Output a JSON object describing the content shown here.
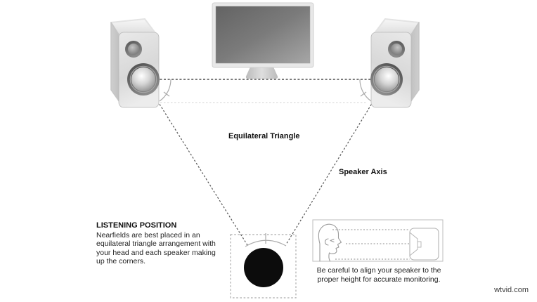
{
  "labels": {
    "equilateral_triangle": "Equilateral Triangle",
    "speaker_axis": "Speaker Axis"
  },
  "listening_position": {
    "heading": "LISTENING POSITION",
    "body_lines": [
      "Nearfields are best placed in an",
      "equilateral triangle arrangement with",
      "your head and each speaker making",
      "up the corners."
    ]
  },
  "height_note": {
    "lines": [
      "Be careful to align your speaker to the",
      "proper height for accurate monitoring."
    ]
  },
  "watermark": "wtvid.com",
  "graphics": {
    "left_speaker": "studio-monitor-speaker-front",
    "right_speaker": "studio-monitor-speaker-front",
    "monitor": "computer-display",
    "listener_marker": "listener-head-top-view",
    "side_view_head": "head-profile-side-view",
    "side_view_speaker": "speaker-side-view"
  },
  "colors": {
    "background": "#ffffff",
    "dashed_line_dark": "#4d4d4d",
    "dashed_line_light": "#dcdcdc",
    "arc_gray": "#ababab",
    "listener_fill": "#0c0c0c",
    "box_border": "#bdbdbd",
    "text": "#1a1a1a"
  }
}
